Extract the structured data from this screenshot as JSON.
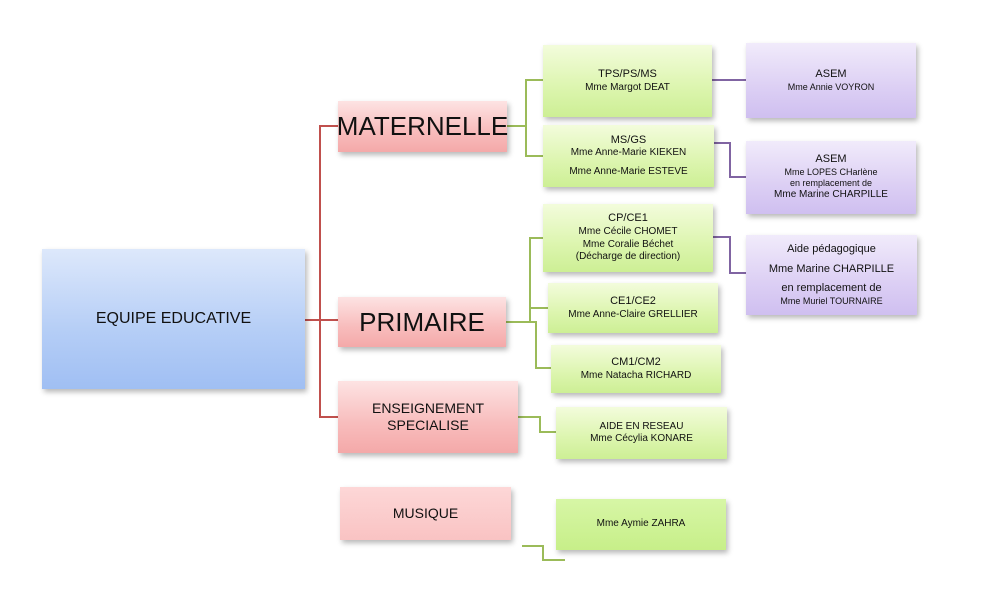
{
  "root": {
    "label": "EQUIPE EDUCATIVE"
  },
  "maternelle": {
    "label": "MATERNELLE",
    "classes": [
      {
        "title": "TPS/PS/MS",
        "lines": [
          "Mme Margot DEAT"
        ]
      },
      {
        "title": "MS/GS",
        "lines": [
          "Mme Anne-Marie KIEKEN",
          "Mme Anne-Marie ESTEVE"
        ]
      }
    ],
    "asem": [
      {
        "title": "ASEM",
        "lines": [
          "Mme Annie VOYRON"
        ]
      },
      {
        "title": "ASEM",
        "lines": [
          "Mme LOPES CHarlène",
          "en remplacement de",
          "Mme Marine CHARPILLE"
        ]
      }
    ]
  },
  "primaire": {
    "label": "PRIMAIRE",
    "classes": [
      {
        "title": "CP/CE1",
        "lines": [
          "Mme Cécile CHOMET",
          "Mme Coralie Béchet",
          "(Décharge de direction)"
        ]
      },
      {
        "title": "CE1/CE2",
        "lines": [
          "Mme Anne-Claire GRELLIER"
        ]
      },
      {
        "title": "CM1/CM2",
        "lines": [
          "Mme Natacha RICHARD"
        ]
      }
    ],
    "aide": {
      "title": "Aide  pédagogique",
      "lines": [
        "Mme Marine CHARPILLE",
        "en remplacement de",
        "Mme Muriel TOURNAIRE"
      ]
    }
  },
  "specialise": {
    "label": "ENSEIGNEMENT SPECIALISE",
    "child": {
      "title": "AIDE EN RESEAU",
      "lines": [
        "Mme Cécylia KONARE"
      ]
    }
  },
  "musique": {
    "label": "MUSIQUE",
    "child": {
      "lines": [
        "Mme Aymie ZAHRA"
      ]
    }
  },
  "colors": {
    "red_connector": "#c0504d",
    "green_connector": "#9bbb59",
    "purple_connector": "#8064a2"
  }
}
